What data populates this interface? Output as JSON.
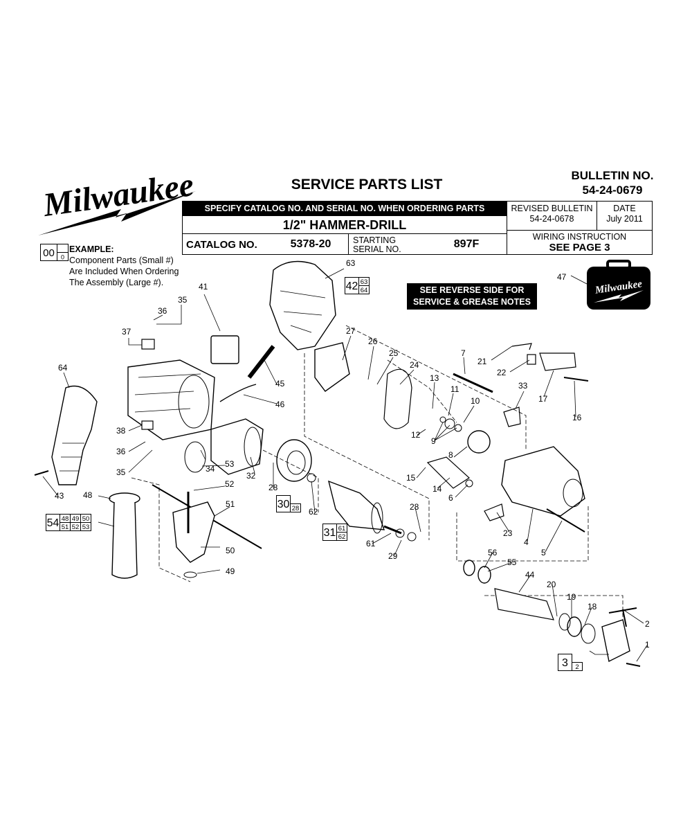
{
  "header": {
    "brand": "Milwaukee",
    "title": "SERVICE PARTS LIST",
    "bulletin_label": "BULLETIN NO.",
    "bulletin_value": "54-24-0679"
  },
  "info": {
    "specify_text": "SPECIFY CATALOG NO. AND SERIAL NO. WHEN ORDERING PARTS",
    "model_name": "1/2\" HAMMER-DRILL",
    "catalog_label": "CATALOG NO.",
    "catalog_value": "5378-20",
    "serial_label_1": "STARTING",
    "serial_label_2": "SERIAL NO.",
    "serial_value": "897F",
    "revised_label": "REVISED BULLETIN",
    "revised_value": "54-24-0678",
    "date_label": "DATE",
    "date_value": "July 2011",
    "wiring_label": "WIRING INSTRUCTION",
    "wiring_value": "SEE  PAGE  3"
  },
  "example": {
    "large_num": "00",
    "small_num": "0",
    "heading": "EXAMPLE:",
    "line1": "Component Parts (Small #)",
    "line2": "Are Included When Ordering",
    "line3": "The Assembly (Large #)."
  },
  "reverse_note": {
    "line1": "SEE REVERSE SIDE FOR",
    "line2": "SERVICE & GREASE NOTES"
  },
  "case_brand": "Milwaukee",
  "callouts": [
    "1",
    "2",
    "4",
    "5",
    "6",
    "7",
    "8",
    "9",
    "10",
    "11",
    "12",
    "13",
    "14",
    "15",
    "16",
    "17",
    "18",
    "19",
    "20",
    "21",
    "22",
    "23",
    "24",
    "25",
    "26",
    "27",
    "28",
    "28",
    "29",
    "32",
    "33",
    "34",
    "35",
    "35",
    "36",
    "36",
    "37",
    "38",
    "41",
    "43",
    "44",
    "45",
    "46",
    "47",
    "48",
    "49",
    "50",
    "51",
    "52",
    "53",
    "55",
    "56",
    "61",
    "62",
    "63",
    "64"
  ],
  "kits": [
    {
      "id": "kit-42",
      "large": "42",
      "small": [
        "63",
        "64"
      ]
    },
    {
      "id": "kit-30",
      "large": "30",
      "small": [
        "28"
      ]
    },
    {
      "id": "kit-31",
      "large": "31",
      "small": [
        "61",
        "62"
      ]
    },
    {
      "id": "kit-3",
      "large": "3",
      "small": [
        "2"
      ]
    },
    {
      "id": "kit-54",
      "large": "54",
      "small": [
        "48",
        "49",
        "50",
        "51",
        "52",
        "53"
      ]
    }
  ]
}
